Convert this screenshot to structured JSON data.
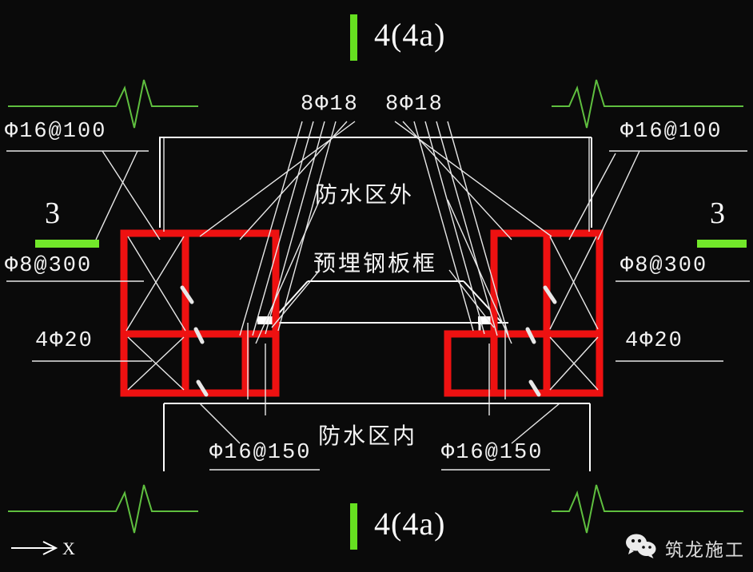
{
  "drawing": {
    "background_color": "#0a0a0a",
    "line_color": "#ffffff",
    "rebar_color": "#ee1111",
    "marker_color": "#6ede22",
    "title_top": "4(4a)",
    "title_bottom": "4(4a)",
    "section_mark_left": "3",
    "section_mark_right": "3",
    "axis_label": "X"
  },
  "annotations": {
    "stirrup_top_left": "Φ16@100",
    "stirrup_top_right": "Φ16@100",
    "main_bar_left": "8Φ18",
    "main_bar_right": "8Φ18",
    "tie_left": "Φ8@300",
    "tie_right": "Φ8@300",
    "bottom_bar_left": "4Φ20",
    "bottom_bar_right": "4Φ20",
    "slab_bar_left": "Φ16@150",
    "slab_bar_right": "Φ16@150",
    "zone_outside": "防水区外",
    "embedded_frame": "预埋钢板框",
    "zone_inside": "防水区内"
  },
  "watermark": {
    "icon": "wechat-icon",
    "text": "筑龙施工"
  }
}
